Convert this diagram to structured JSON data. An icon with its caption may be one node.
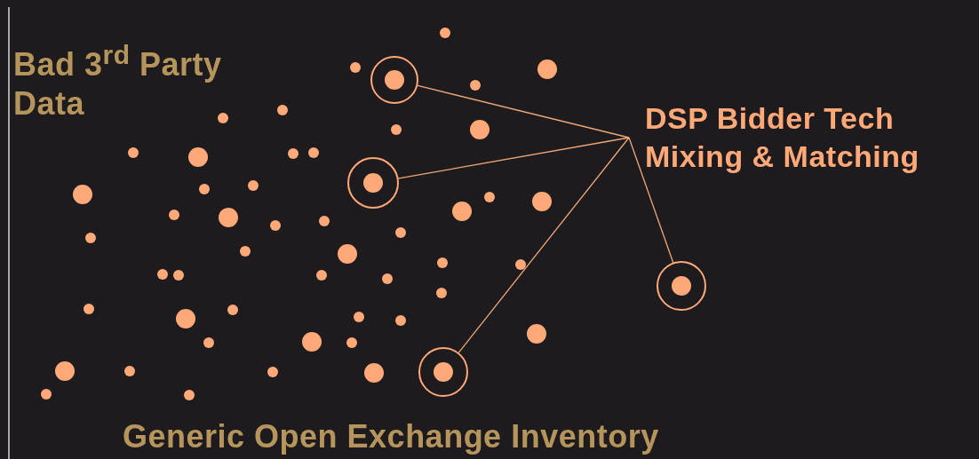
{
  "diagram": {
    "nodes": [
      {
        "text": [
          "DSP Bidder Tech Mixing & Matching"
        ]
      },
      {
        "text": [],
        "shape": "circle"
      },
      {
        "text": [],
        "shape": "circle"
      },
      {
        "text": [],
        "shape": "circle"
      },
      {
        "text": [],
        "shape": "circle"
      }
    ],
    "edges": [
      {
        "from": 0,
        "to": 1,
        "arrow": "none"
      },
      {
        "from": 0,
        "to": 2,
        "arrow": "none"
      },
      {
        "from": 0,
        "to": 3,
        "arrow": "none"
      },
      {
        "from": 0,
        "to": 4,
        "arrow": "none"
      }
    ],
    "labels": [
      "Bad 3$^{rd}$ Party Data",
      "Generic Open Exchange Inventory"
    ]
  }
}
